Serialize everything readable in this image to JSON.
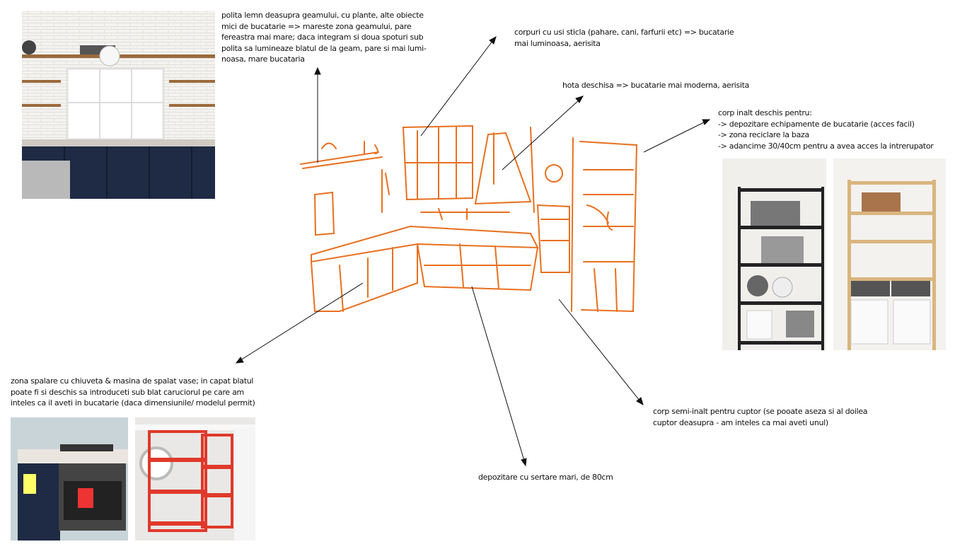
{
  "notes": {
    "shelf": "polita lemn deasupra geamului, cu plante, alte obiecte\nmici de bucatarie => mareste zona geamului, pare\nfereastra mai mare; daca integram si doua spoturi sub\npolita sa lumineaze blatul de la geam, pare si mai lumi-\nnoasa, mare bucataria",
    "glass_cabinets": "corpuri cu usi sticla (pahare, cani, farfurii etc) => bucatarie\nmai luminoasa, aerisita",
    "hood": "hota deschisa => bucatarie mai moderna, aerisita",
    "tall_unit": "corp inalt deschis pentru:\n-> depozitare echipamente de bucatarie (acces facil)\n-> zona reciclare la baza\n-> adancime 30/40cm pentru a avea acces la intrerupator",
    "sink_zone": "zona spalare cu chiuveta & masina de spalat vase; in capat blatul\npoate fi si deschis sa introduceti sub blat caruciorul pe care am\ninteles ca il aveti in bucatarie (daca dimensiunile/ modelul permit)",
    "oven_unit": "corp semi-inalt pentru cuptor (se pooate aseza si al doilea\ncuptor deasupra - am inteles ca mai aveti unul)",
    "drawers": "depozitare cu sertare mari, de 80cm"
  },
  "colors": {
    "sketch": "#e8701f",
    "navy": "#1f2a44",
    "red_cart": "#e0392b"
  }
}
